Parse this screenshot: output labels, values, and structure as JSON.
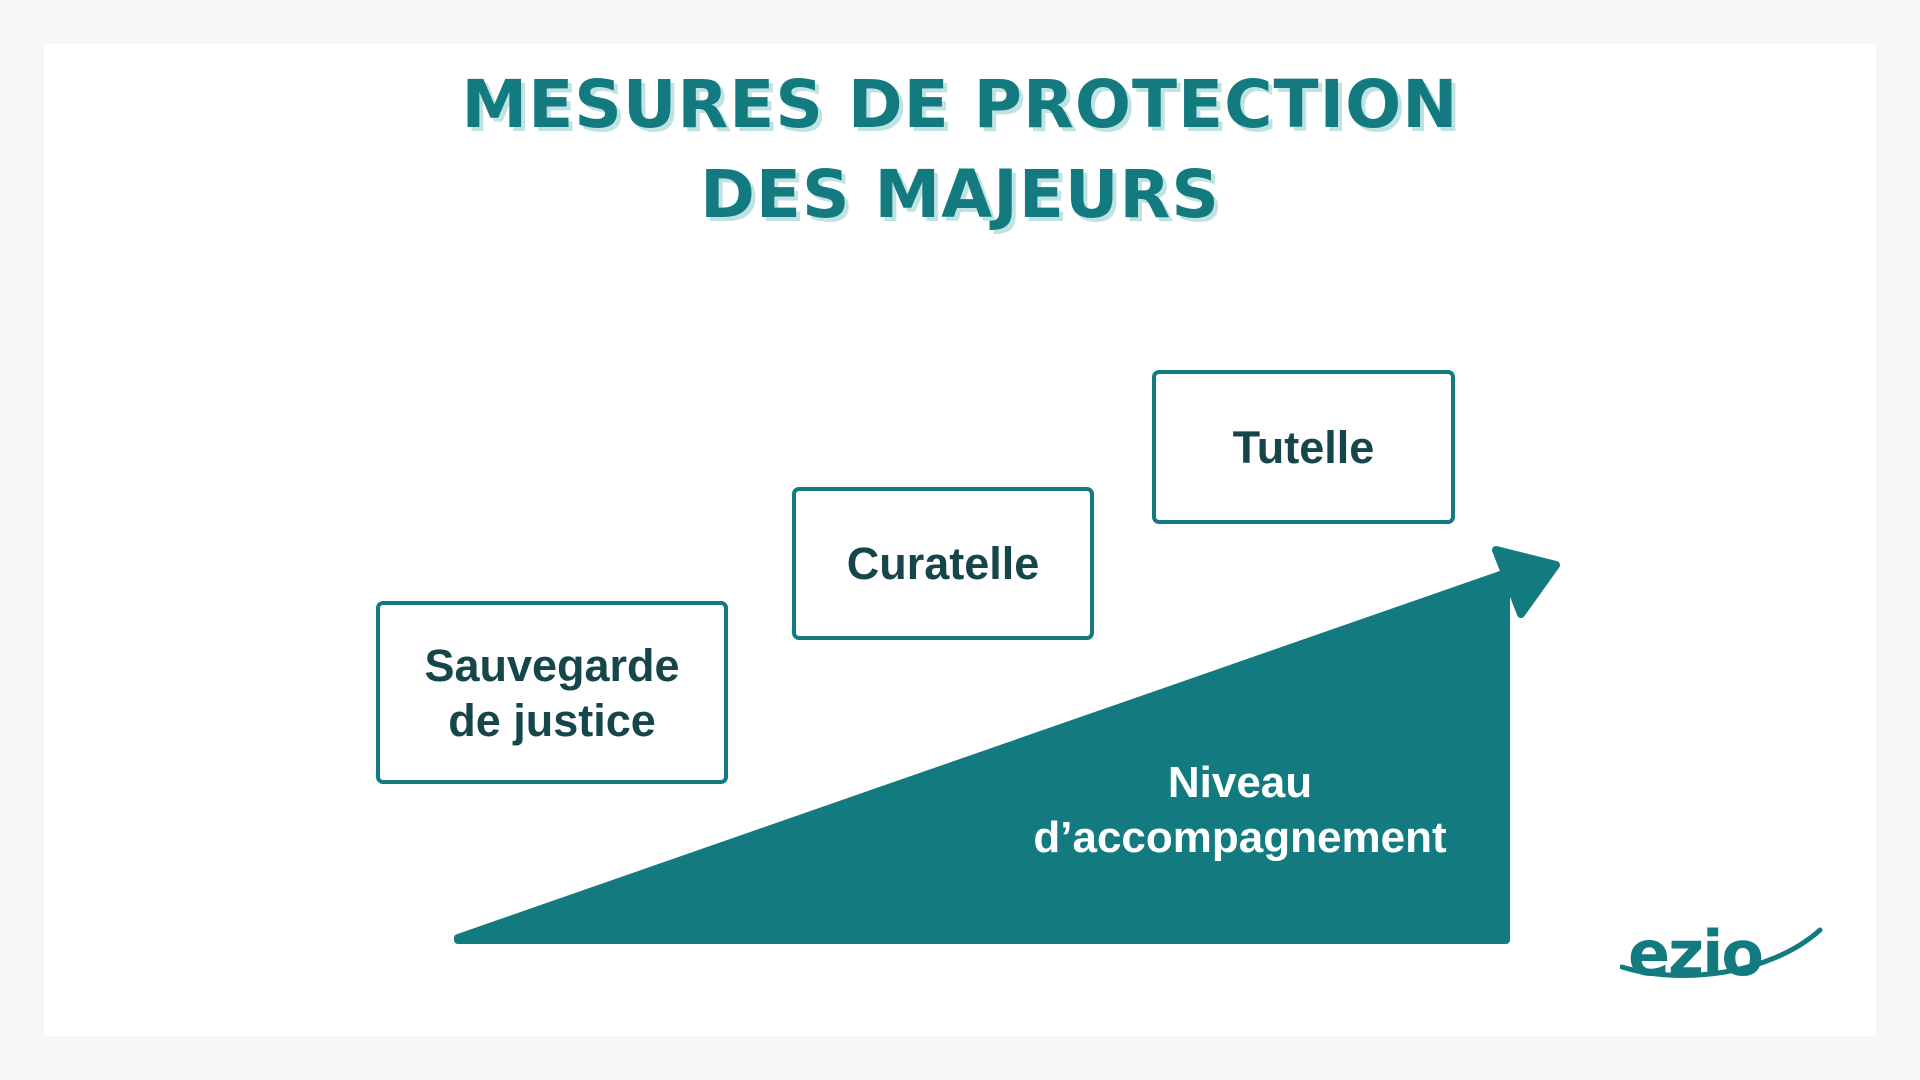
{
  "title": {
    "line1": "MESURES DE PROTECTION",
    "line2": "DES MAJEURS"
  },
  "levels": [
    {
      "label_line1": "Sauvegarde",
      "label_line2": "de justice"
    },
    {
      "label": "Curatelle"
    },
    {
      "label": "Tutelle"
    }
  ],
  "ramp": {
    "label_line1": "Niveau",
    "label_line2": "d’accompagnement"
  },
  "logo": {
    "text": "ezio"
  },
  "colors": {
    "teal": "#137b7f",
    "text_dark": "#16454a",
    "title_shadow": "#bfe3e3",
    "background": "#f6f6f6",
    "card": "#ffffff"
  }
}
